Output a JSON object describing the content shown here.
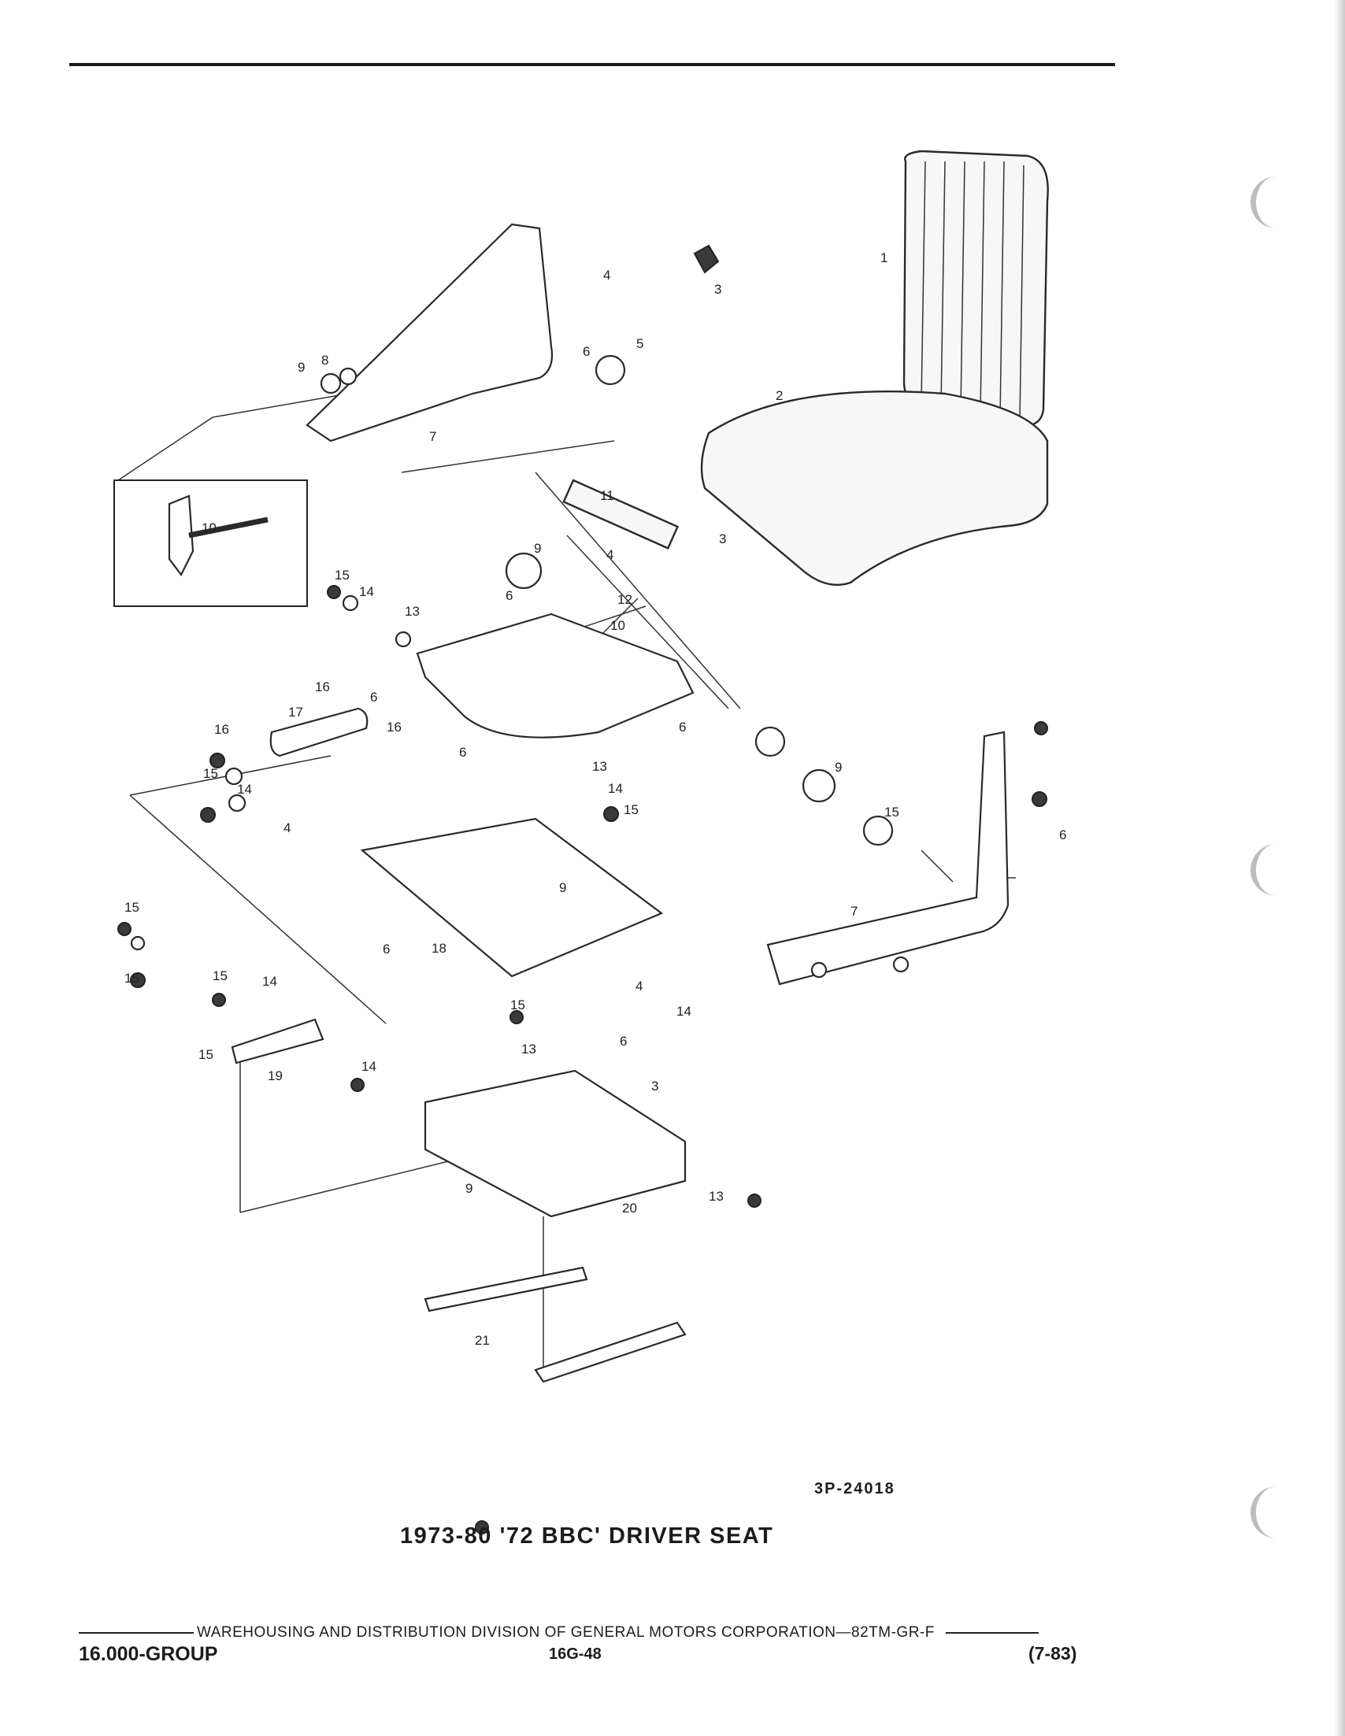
{
  "document": {
    "figure_code": "3P-24018",
    "caption": "1973-80 '72 BBC' DRIVER SEAT",
    "footer": {
      "division_line": "WAREHOUSING AND DISTRIBUTION  DIVISION OF GENERAL MOTORS CORPORATION—82TM-GR-F",
      "group": "16.000-GROUP",
      "page": "16G-48",
      "revision": "(7-83)"
    }
  },
  "diagram": {
    "callouts": {
      "c1": "1",
      "c2": "2",
      "c3a": "3",
      "c3b": "3",
      "c3c": "3",
      "c4a": "4",
      "c4b": "4",
      "c4c": "4",
      "c4d": "4",
      "c5": "5",
      "c6a": "6",
      "c6b": "6",
      "c6c": "6",
      "c6d": "6",
      "c6e": "6",
      "c6f": "6",
      "c6g": "6",
      "c6h": "6",
      "c7a": "7",
      "c7b": "7",
      "c8": "8",
      "c9a": "9",
      "c9b": "9",
      "c9c": "9",
      "c9d": "9",
      "c9e": "9",
      "c10a": "10",
      "c10b": "10",
      "c11": "11",
      "c12": "12",
      "c13a": "13",
      "c13b": "13",
      "c13c": "13",
      "c13d": "13",
      "c14a": "14",
      "c14b": "14",
      "c14c": "14",
      "c14d": "14",
      "c14e": "14",
      "c14f": "14",
      "c15a": "15",
      "c15b": "15",
      "c15c": "15",
      "c15d": "15",
      "c15e": "15",
      "c15f": "15",
      "c15g": "15",
      "c15h": "15",
      "c15i": "15",
      "c16a": "16",
      "c16b": "16",
      "c16c": "16",
      "c17": "17",
      "c18": "18",
      "c19": "19",
      "c20": "20",
      "c21": "21"
    }
  }
}
